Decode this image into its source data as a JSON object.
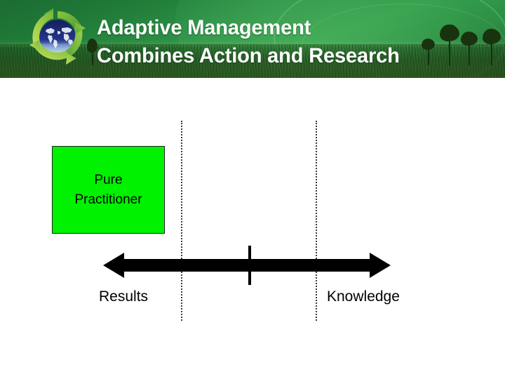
{
  "banner": {
    "title_line1": "Adaptive Management",
    "title_line2": "Combines Action and Research",
    "logo_name": "recycling-globe-logo",
    "colors": {
      "green_dark": "#1c6b33",
      "green_mid": "#2e9247",
      "green_bright": "#32a04c",
      "title_text": "#ffffff",
      "logo_arrow_light": "#a8d64a",
      "logo_arrow_mid": "#6fb33f",
      "logo_globe_dark": "#1b2a6b",
      "logo_globe_land": "#dfe9f5"
    }
  },
  "diagram": {
    "type": "spectrum-axis",
    "box": {
      "label_line1": "Pure",
      "label_line2": "Practitioner",
      "fill_color": "#00f200",
      "border_color": "#1f1f1f"
    },
    "axis": {
      "left_label": "Results",
      "right_label": "Knowledge",
      "arrow_color": "#000000",
      "double_headed": true,
      "center_tick": true
    },
    "dividers": [
      {
        "name": "divider-left",
        "style": "dotted"
      },
      {
        "name": "divider-right",
        "style": "dotted"
      }
    ]
  }
}
